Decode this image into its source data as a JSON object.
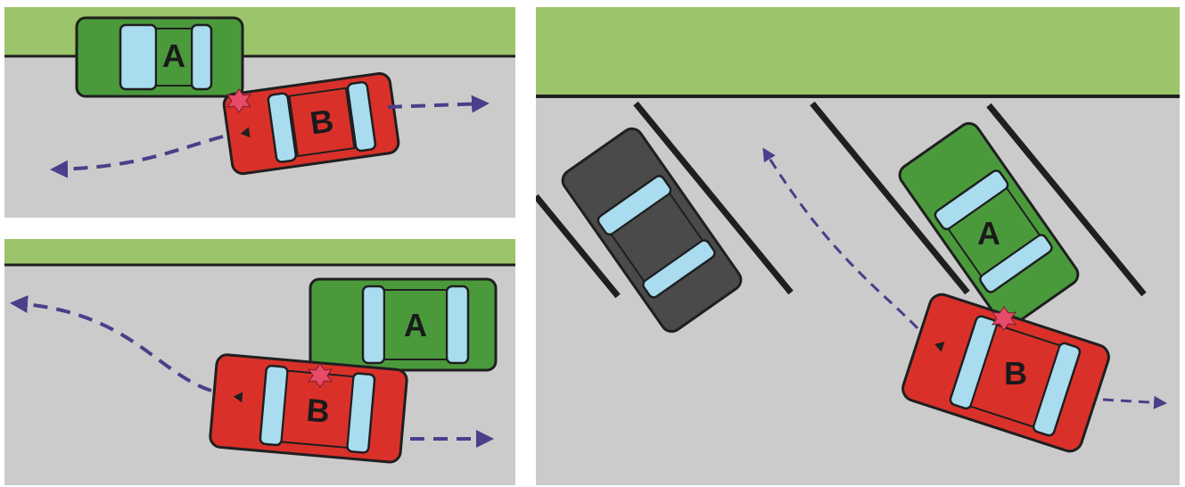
{
  "scenes": {
    "top_left": {
      "car_a_label": "A",
      "car_b_label": "B"
    },
    "bottom_left": {
      "car_a_label": "A",
      "car_b_label": "B"
    },
    "right": {
      "car_a_label": "A",
      "car_b_label": "B"
    }
  },
  "colors": {
    "grass": "#9cc46a",
    "road": "#cbcbcb",
    "curb": "#1f1f1f",
    "car_a": "#4a9a3c",
    "car_b": "#d9312a",
    "car_dark": "#4a4a4a",
    "glass": "#a9dcef",
    "path": "#4a3f8a",
    "impact": "#e84a6a"
  },
  "icons": [
    "car-icon",
    "dashed-path-arrow",
    "impact-star-icon"
  ]
}
